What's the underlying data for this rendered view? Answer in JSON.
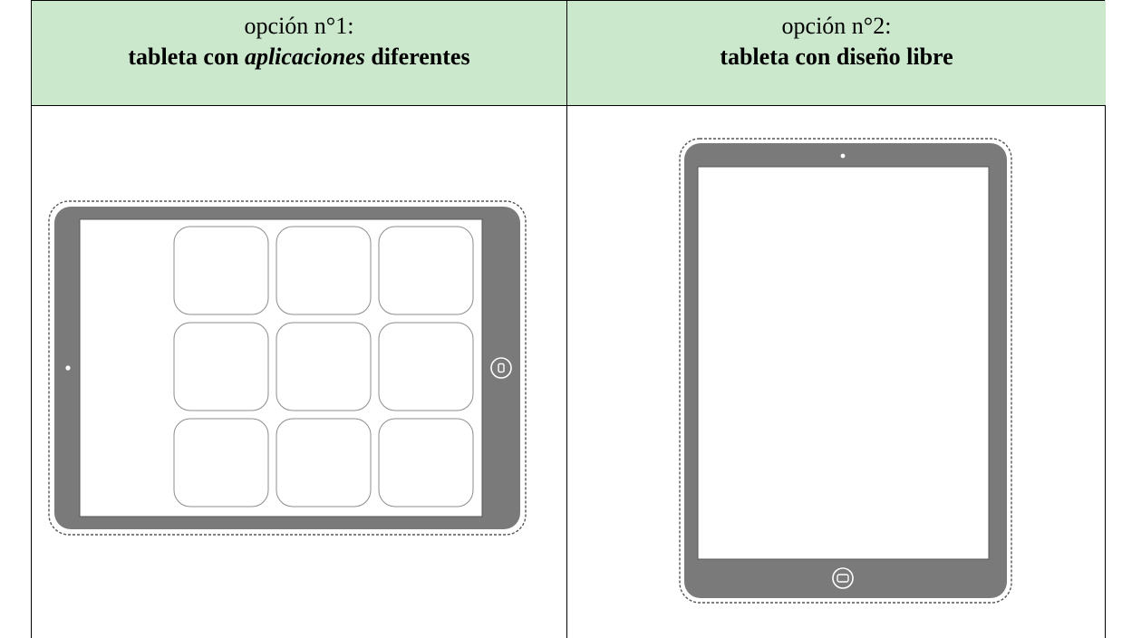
{
  "table": {
    "columns": [
      {
        "line1": "opción n°1:",
        "line2_before": "tableta con ",
        "line2_italic": "aplicaciones",
        "line2_after": " diferentes",
        "device": {
          "orientation": "landscape",
          "app_grid": {
            "rows": 3,
            "cols": 3
          },
          "icons": [
            "camera-dot-icon",
            "home-button-icon"
          ]
        }
      },
      {
        "line1": "opción n°2:",
        "line2": "tableta con diseño libre",
        "device": {
          "orientation": "portrait",
          "icons": [
            "camera-dot-icon",
            "home-button-icon"
          ]
        }
      }
    ]
  },
  "colors": {
    "header_background": "#cbe8cc",
    "device_frame": "#7a7a7a",
    "screen": "#ffffff",
    "app_tile_stroke": "#8c8c8c",
    "cut_line": "#555555"
  }
}
